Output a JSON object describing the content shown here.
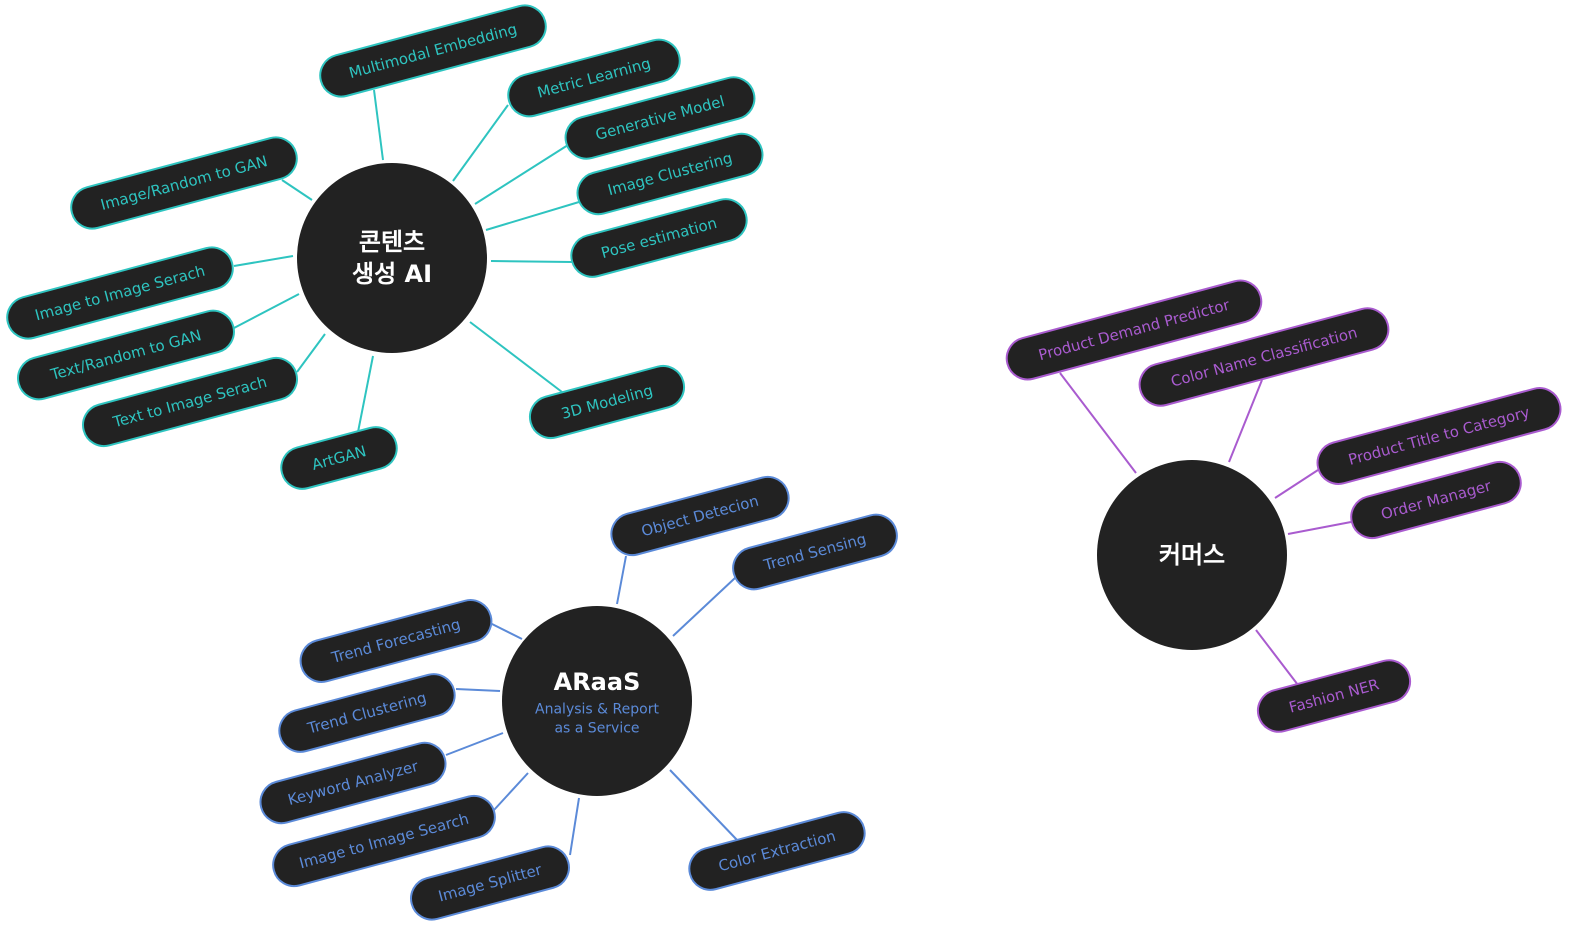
{
  "title": "AI capability mind map",
  "colors": {
    "node_fill": "#222222",
    "content_ai": "#2ec4c0",
    "araas": "#5b8ad8",
    "commerce": "#a95bcf",
    "hub_text": "#ffffff"
  },
  "groups": [
    {
      "id": "content-ai",
      "color_key": "content_ai",
      "hub": {
        "title_lines": [
          "콘텐츠",
          "생성 AI"
        ],
        "subtitle_lines": []
      },
      "items": [
        "Multimodal Embedding",
        "Metric Learning",
        "Generative Model",
        "Image Clustering",
        "Pose estimation",
        "3D Modeling",
        "ArtGAN",
        "Text to Image Serach",
        "Text/Random to GAN",
        "Image to Image Serach",
        "Image/Random to GAN"
      ]
    },
    {
      "id": "araas",
      "color_key": "araas",
      "hub": {
        "title_lines": [
          "ARaaS"
        ],
        "subtitle_lines": [
          "Analysis & Report",
          "as a Service"
        ]
      },
      "items": [
        "Object Detecion",
        "Trend Sensing",
        "Color Extraction",
        "Image Splitter",
        "Image to Image Search",
        "Keyword Analyzer",
        "Trend Clustering",
        "Trend Forecasting"
      ]
    },
    {
      "id": "commerce",
      "color_key": "commerce",
      "hub": {
        "title_lines": [
          "커머스"
        ],
        "subtitle_lines": []
      },
      "items": [
        "Product Demand Predictor",
        "Color Name Classification",
        "Product Title to Category",
        "Order Manager",
        "Fashion NER"
      ]
    }
  ]
}
